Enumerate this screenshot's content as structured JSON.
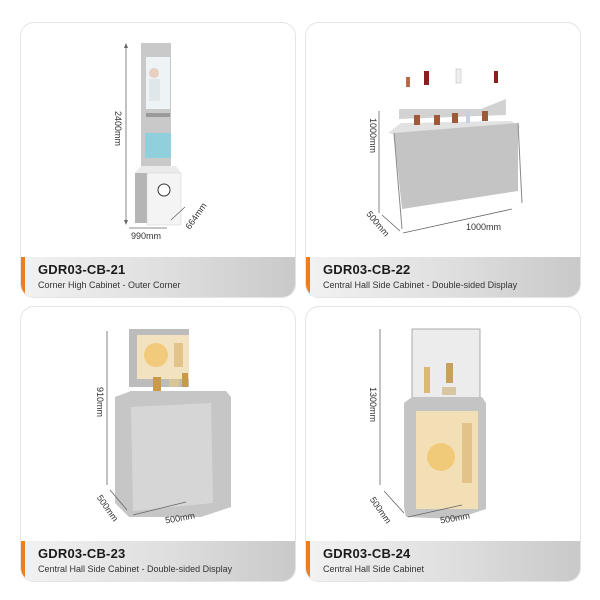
{
  "products": [
    {
      "code": "GDR03-CB-21",
      "description": "Corner High Cabinet - Outer Corner",
      "dimensions": {
        "height": "2400mm",
        "width": "990mm",
        "depth": "664mm"
      },
      "image": "corner-high-cabinet-render"
    },
    {
      "code": "GDR03-CB-22",
      "description": "Central Hall Side Cabinet - Double-sided Display",
      "dimensions": {
        "height": "1000mm",
        "width": "1000mm",
        "depth": "500mm"
      },
      "image": "side-cabinet-shelf-render"
    },
    {
      "code": "GDR03-CB-23",
      "description": "Central Hall Side Cabinet - Double-sided Display",
      "dimensions": {
        "height": "910mm",
        "width": "500mm",
        "depth": "500mm"
      },
      "image": "side-cabinet-screen-render"
    },
    {
      "code": "GDR03-CB-24",
      "description": "Central Hall Side Cabinet",
      "dimensions": {
        "height": "1300mm",
        "width": "500mm",
        "depth": "500mm"
      },
      "image": "side-cabinet-glass-render"
    }
  ],
  "colors": {
    "accent": "#f07c1a",
    "card_border": "#e4e4e4",
    "cabinet_gray": "#bdbdbd"
  }
}
